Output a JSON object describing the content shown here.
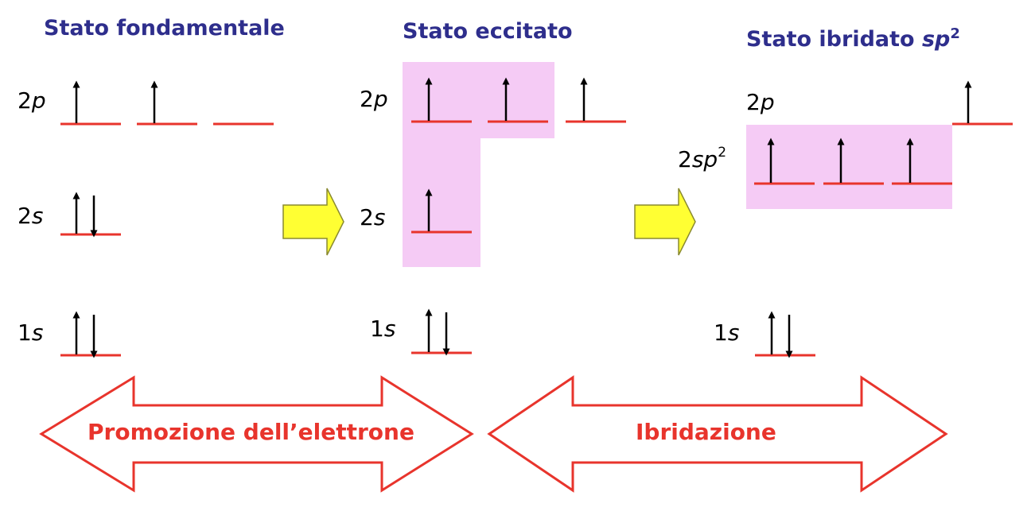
{
  "titles": {
    "ground": "Stato fondamentale",
    "excited": "Stato eccitato",
    "hybrid_prefix": "Stato ibridato ",
    "hybrid_italic": "sp",
    "hybrid_sup": "2"
  },
  "orbital_labels": {
    "ground_2p_num": "2",
    "ground_2p_sym": "p",
    "ground_2s_num": "2",
    "ground_2s_sym": "s",
    "ground_1s_num": "1",
    "ground_1s_sym": "s",
    "excited_2p_num": "2",
    "excited_2p_sym": "p",
    "excited_2s_num": "2",
    "excited_2s_sym": "s",
    "excited_1s_num": "1",
    "excited_1s_sym": "s",
    "hybrid_2p_num": "2",
    "hybrid_2p_sym": "p",
    "hybrid_sp_num": "2",
    "hybrid_sp_sym": "sp",
    "hybrid_sp_sup": "2",
    "hybrid_1s_num": "1",
    "hybrid_1s_sym": "s"
  },
  "arrows": {
    "promotion": "Promozione dell’elettrone",
    "hybridization": "Ibridazione"
  },
  "colors": {
    "title": "#2e2e8c",
    "level_line": "#e8342c",
    "highlight": "#f5cbf5",
    "transition_arrow_fill": "#ffff33",
    "double_arrow_stroke": "#e8342c"
  }
}
